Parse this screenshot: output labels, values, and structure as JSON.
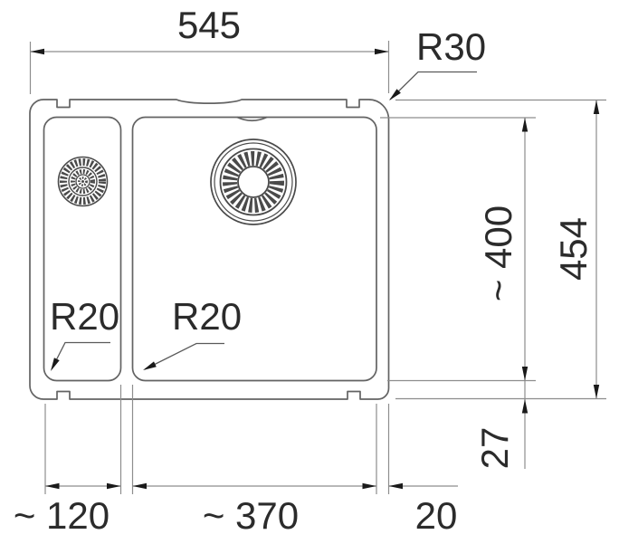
{
  "drawing": {
    "type": "technical-dimension-drawing",
    "subject": "kitchen sink with one-and-a-half bowls, top view",
    "units_shown": "mm (implied, unlabeled)",
    "labels": {
      "width_total": "545",
      "radius_rim_corner": "R30",
      "depth_bowl": "~ 400",
      "depth_total": "454",
      "offset_bottom": "27",
      "radius_small_bowl": "R20",
      "radius_main_bowl": "R20",
      "width_small_bowl": "~ 120",
      "width_main_bowl": "~ 370",
      "offset_right": "20"
    },
    "icons": {
      "small_drain": "drain-strainer-icon",
      "main_drain": "drain-strainer-icon"
    },
    "colors": {
      "background": "#ffffff",
      "outline": "#636363",
      "dimension_line": "#8d8d8d",
      "leader_line": "#5a5a5a",
      "arrow": "#1a1a1a",
      "text": "#2b2b2b"
    }
  }
}
